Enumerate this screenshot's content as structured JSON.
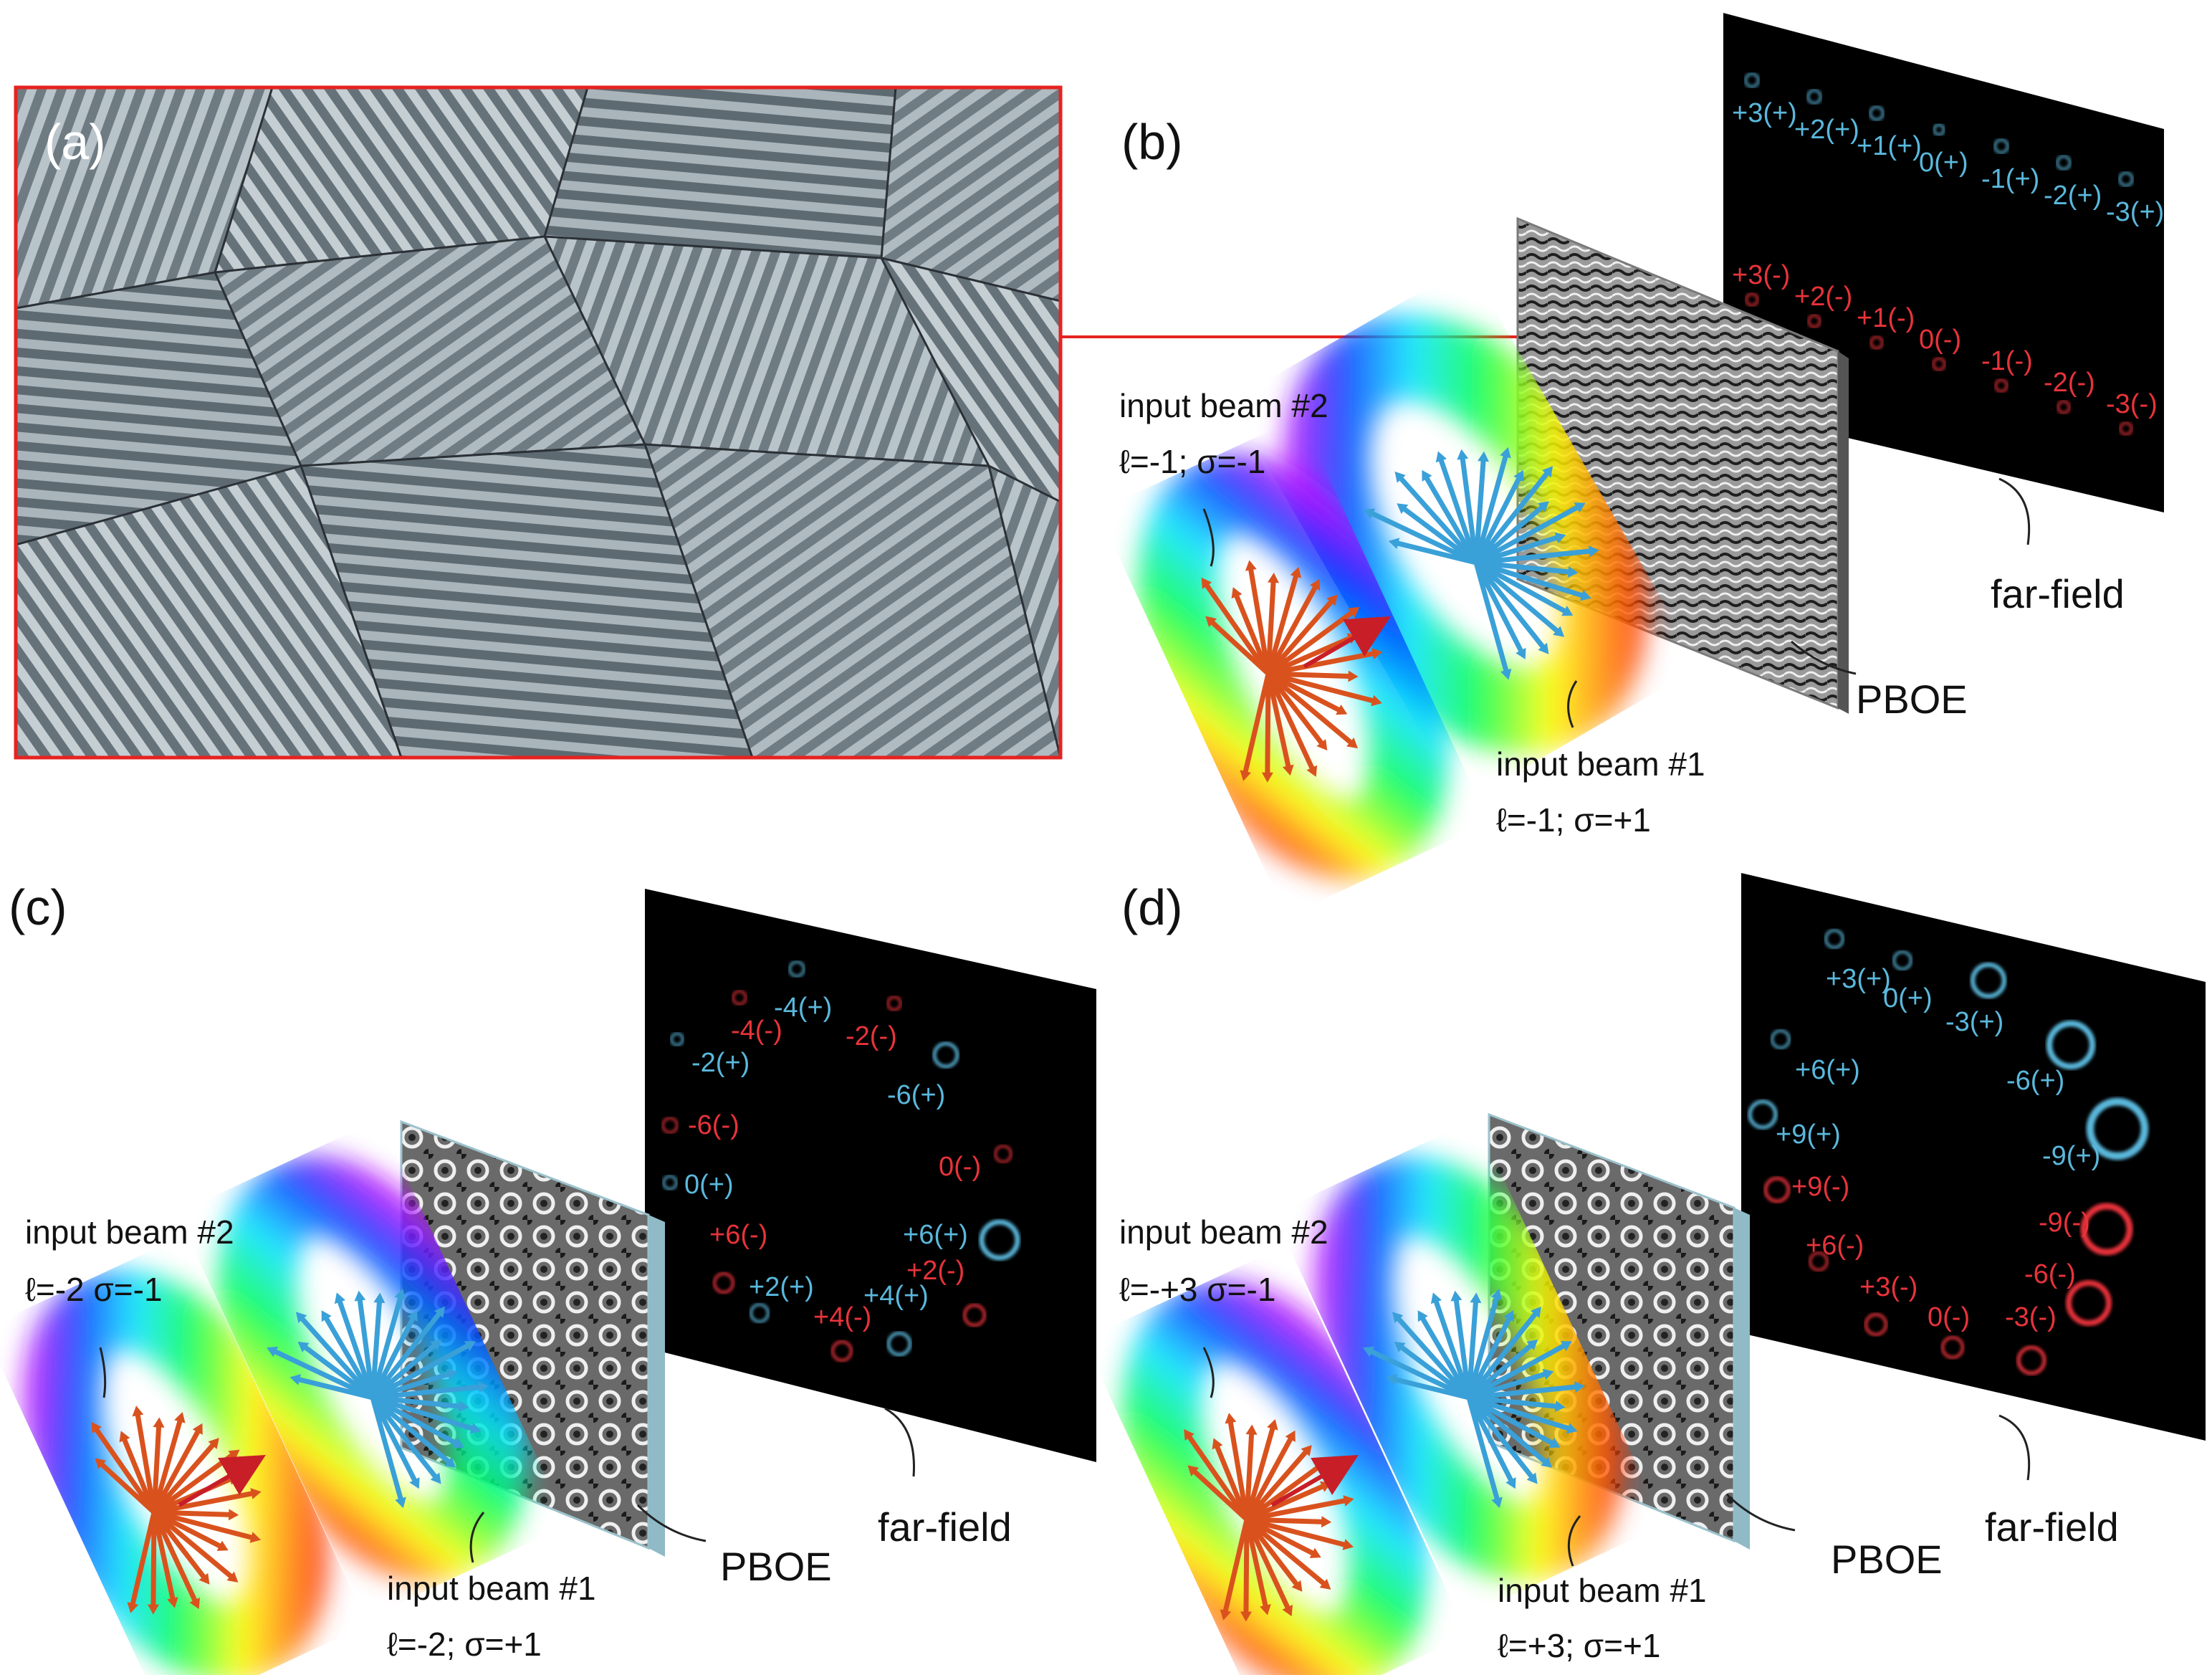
{
  "panels": {
    "a": {
      "label": "(a)"
    },
    "b": {
      "label": "(b)",
      "beam2": {
        "title": "input beam #2",
        "params": "ℓ=-1; σ=-1"
      },
      "beam1": {
        "title": "input beam #1",
        "params": "ℓ=-1; σ=+1"
      },
      "element": "PBOE",
      "screen": "far-field",
      "top_row": [
        "+3(+)",
        "+2(+)",
        "+1(+)",
        "0(+)",
        "-1(+)",
        "-2(+)",
        "-3(+)"
      ],
      "bottom_row": [
        "+3(-)",
        "+2(-)",
        "+1(-)",
        "0(-)",
        "-1(-)",
        "-2(-)",
        "-3(-)"
      ]
    },
    "c": {
      "label": "(c)",
      "beam2": {
        "title": "input beam #2",
        "params": "ℓ=-2 σ=-1"
      },
      "beam1": {
        "title": "input beam #1",
        "params": "ℓ=-2; σ=+1"
      },
      "element": "PBOE",
      "screen": "far-field",
      "orders": [
        {
          "t": "-4(+)",
          "c": "blue"
        },
        {
          "t": "-4(-)",
          "c": "red"
        },
        {
          "t": "-2(-)",
          "c": "red"
        },
        {
          "t": "-2(+)",
          "c": "blue"
        },
        {
          "t": "-6(+)",
          "c": "blue"
        },
        {
          "t": "-6(-)",
          "c": "red"
        },
        {
          "t": "0(-)",
          "c": "red"
        },
        {
          "t": "0(+)",
          "c": "blue"
        },
        {
          "t": "+6(+)",
          "c": "blue"
        },
        {
          "t": "+6(-)",
          "c": "red"
        },
        {
          "t": "+2(-)",
          "c": "red"
        },
        {
          "t": "+2(+)",
          "c": "blue"
        },
        {
          "t": "+4(+)",
          "c": "blue"
        },
        {
          "t": "+4(-)",
          "c": "red"
        }
      ]
    },
    "d": {
      "label": "(d)",
      "beam2": {
        "title": "input beam #2",
        "params": "ℓ=-+3 σ=-1"
      },
      "beam1": {
        "title": "input beam #1",
        "params": "ℓ=+3; σ=+1"
      },
      "element": "PBOE",
      "screen": "far-field",
      "orders": [
        {
          "t": "+3(+)",
          "c": "blue"
        },
        {
          "t": "0(+)",
          "c": "blue"
        },
        {
          "t": "-3(+)",
          "c": "blue"
        },
        {
          "t": "+6(+)",
          "c": "blue"
        },
        {
          "t": "-6(+)",
          "c": "blue"
        },
        {
          "t": "+9(+)",
          "c": "blue"
        },
        {
          "t": "-9(+)",
          "c": "blue"
        },
        {
          "t": "+9(-)",
          "c": "red"
        },
        {
          "t": "-9(-)",
          "c": "red"
        },
        {
          "t": "+6(-)",
          "c": "red"
        },
        {
          "t": "-6(-)",
          "c": "red"
        },
        {
          "t": "+3(-)",
          "c": "red"
        },
        {
          "t": "0(-)",
          "c": "red"
        },
        {
          "t": "-3(-)",
          "c": "red"
        }
      ]
    }
  },
  "colors": {
    "blue": "#5ab8dc",
    "red": "#e8333a",
    "frame": "#e52320",
    "arrows_blue": "#3aa0d8",
    "arrows_red": "#d9521e"
  }
}
